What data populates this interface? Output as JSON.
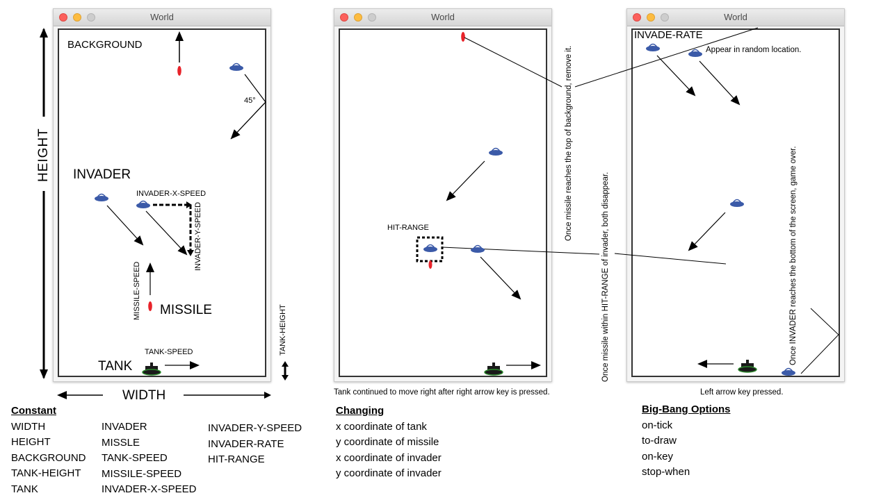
{
  "windows": {
    "left_title": "World",
    "mid_title": "World",
    "right_title": "World"
  },
  "left_panel": {
    "background": "BACKGROUND",
    "invader": "INVADER",
    "invader_x_speed": "INVADER-X-SPEED",
    "invader_y_speed": "INVADER-Y-SPEED",
    "missile": "MISSILE",
    "missile_speed": "MISSILE-SPEED",
    "tank": "TANK",
    "tank_speed": "TANK-SPEED",
    "tank_height": "TANK-HEIGHT",
    "angle": "45°",
    "height": "HEIGHT",
    "width": "WIDTH"
  },
  "mid_panel": {
    "hit_range": "HIT-RANGE",
    "note_remove": "Once missile reaches the top of background, remove it.",
    "note_hit": "Once missile within HIT-RANGE of invader, both disappear.",
    "caption": "Tank continued to move right after right arrow key is pressed."
  },
  "right_panel": {
    "invade_rate": "INVADE-RATE",
    "appear": "Appear in random location.",
    "note_game_over": "Once INVADER reaches the bottom of the screen, game over.",
    "caption": "Left arrow key pressed."
  },
  "constant": {
    "heading": "Constant",
    "col1": [
      "WIDTH",
      "HEIGHT",
      "BACKGROUND",
      "TANK-HEIGHT",
      "TANK"
    ],
    "col2": [
      "INVADER",
      "MISSLE",
      "TANK-SPEED",
      "MISSILE-SPEED",
      "INVADER-X-SPEED"
    ],
    "col3": [
      "INVADER-Y-SPEED",
      "INVADER-RATE",
      "HIT-RANGE"
    ]
  },
  "changing": {
    "heading": "Changing",
    "items": [
      "x coordinate of tank",
      "y coordinate of missile",
      "x coordinate of invader",
      "y coordinate of invader"
    ]
  },
  "big_bang": {
    "heading": "Big-Bang Options",
    "items": [
      "on-tick",
      "to-draw",
      "on-key",
      "stop-when"
    ]
  },
  "colors": {
    "invader": "#3b5aa8",
    "missile": "#e8232a",
    "tank": "#1a1a1a",
    "tank_base": "#2e8b2e"
  }
}
